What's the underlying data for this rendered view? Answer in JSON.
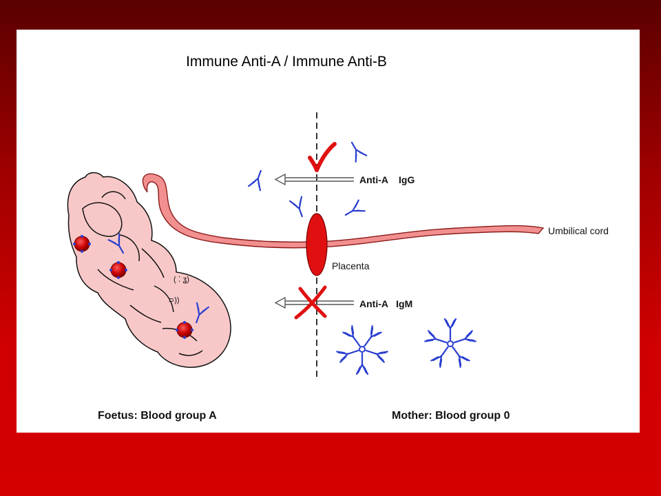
{
  "slide": {
    "title": "Immune Anti-A / Immune Anti-B",
    "labels": {
      "igg": "Anti-A    IgG",
      "igm": "Anti-A   IgM",
      "umbilical": "Umbilical cord",
      "placenta": "Placenta",
      "fetus": "Foetus: Blood group A",
      "mother": "Mother: Blood group 0"
    },
    "colors": {
      "background_top": "#5a0000",
      "background_bottom": "#d40000",
      "panel": "#ffffff",
      "fetus_fill": "#f8c8c8",
      "cord_fill": "#f29090",
      "placenta": "#e01010",
      "antibody": "#2a3fd0",
      "allowed_mark": "#e01010",
      "blocked_mark": "#e01010"
    },
    "icons": {
      "allowed": "check-mark-icon",
      "blocked": "cross-mark-icon",
      "antibody_igg": "igg-antibody-icon",
      "antibody_igm": "igm-pentamer-icon",
      "red_cell": "red-blood-cell-icon"
    }
  }
}
